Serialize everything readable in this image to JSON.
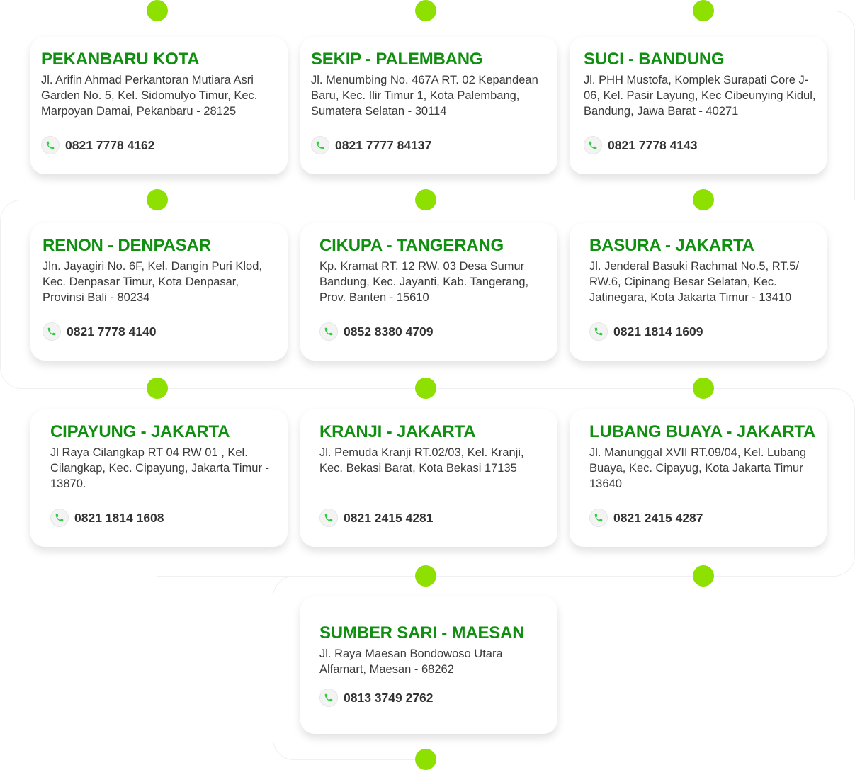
{
  "branches": [
    {
      "name": "PEKANBARU KOTA",
      "address": "Jl. Arifin Ahmad Perkantoran Mutiara Asri Garden No. 5, Kel. Sidomulyo Timur, Kec. Marpoyan Damai, Pekanbaru - 28125",
      "phone": "0821 7778 4162"
    },
    {
      "name": "SEKIP - PALEMBANG",
      "address": "Jl. Menumbing No. 467A RT. 02 Kepandean Baru, Kec. Ilir Timur 1, Kota Palembang, Sumatera Selatan - 30114",
      "phone": "0821 7777 84137"
    },
    {
      "name": "SUCI - BANDUNG",
      "address": "Jl. PHH Mustofa, Komplek Surapati Core J-06, Kel. Pasir Layung, Kec Cibeunying Kidul, Bandung, Jawa Barat - 40271",
      "phone": "0821 7778 4143"
    },
    {
      "name": "RENON - DENPASAR",
      "address": "Jln. Jayagiri No. 6F, Kel. Dangin Puri Klod, Kec. Denpasar Timur, Kota Denpasar, Provinsi Bali - 80234",
      "phone": "0821 7778 4140"
    },
    {
      "name": "CIKUPA - TANGERANG",
      "address": "Kp. Kramat RT. 12 RW. 03 Desa Sumur Bandung, Kec. Jayanti, Kab. Tangerang, Prov. Banten - 15610",
      "phone": "0852 8380 4709"
    },
    {
      "name": "BASURA - JAKARTA",
      "address": "Jl. Jenderal Basuki Rachmat No.5, RT.5/ RW.6, Cipinang Besar Selatan, Kec. Jatinegara, Kota Jakarta Timur - 13410",
      "phone": "0821 1814 1609"
    },
    {
      "name": "CIPAYUNG - JAKARTA",
      "address": "Jl Raya Cilangkap RT 04 RW 01 , Kel. Cilangkap, Kec. Cipayung, Jakarta Timur - 13870.",
      "phone": "0821 1814 1608"
    },
    {
      "name": "KRANJI - JAKARTA",
      "address": "Jl. Pemuda Kranji RT.02/03, Kel. Kranji, Kec. Bekasi Barat, Kota Bekasi 17135",
      "phone": "0821 2415 4281"
    },
    {
      "name": "LUBANG BUAYA - JAKARTA",
      "address": "Jl. Manunggal XVII RT.09/04, Kel. Lubang Buaya, Kec. Cipayug, Kota Jakarta Timur 13640",
      "phone": "0821 2415 4287"
    },
    {
      "name": "SUMBER SARI - MAESAN",
      "address": "Jl. Raya Maesan Bondowoso Utara Alfamart, Maesan - 68262",
      "phone": "0813 3749 2762"
    }
  ],
  "colors": {
    "title": "#118f11",
    "dot": "#8ee000",
    "phone_icon": "#2ecc40"
  }
}
